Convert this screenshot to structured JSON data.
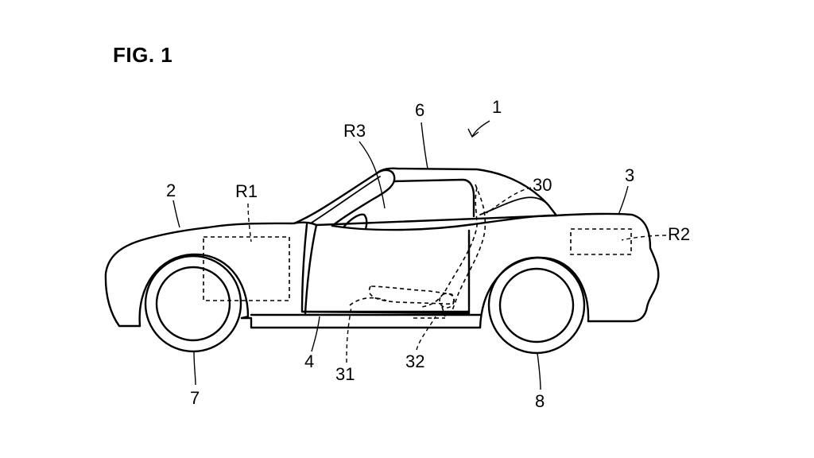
{
  "figure": {
    "title": "FIG. 1"
  },
  "labels": {
    "vehicle": "1",
    "front_body": "2",
    "rear_body": "3",
    "door": "4",
    "roof": "6",
    "front_wheel": "7",
    "rear_wheel": "8",
    "seat": "30",
    "seat_cushion": "31",
    "seat_rail": "32",
    "region_front": "R1",
    "region_rear": "R2",
    "region_cabin": "R3"
  }
}
